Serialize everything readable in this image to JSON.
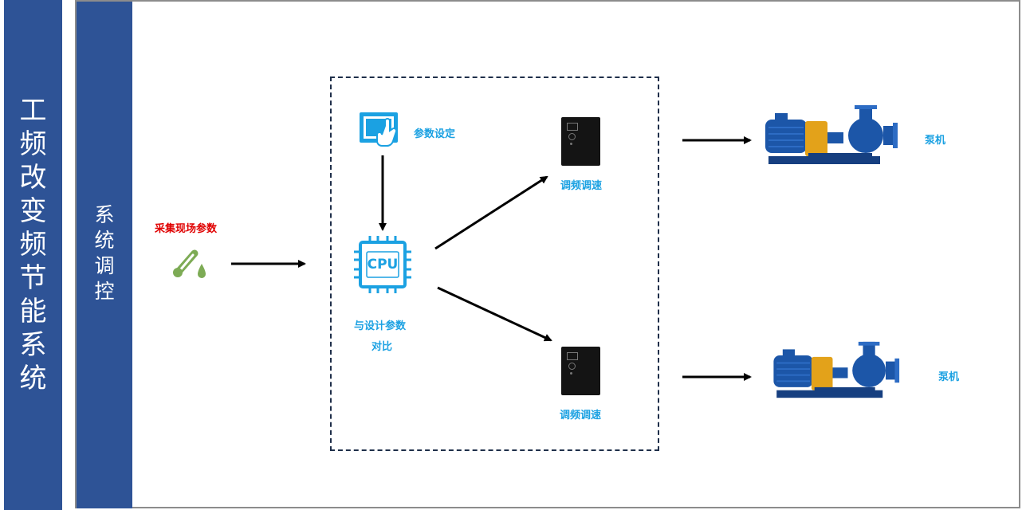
{
  "left_title": [
    "工",
    "频",
    "改",
    "变",
    "频",
    "节",
    "能",
    "系",
    "统"
  ],
  "side_label": [
    "系",
    "统",
    "调",
    "控"
  ],
  "nodes": {
    "collect": "采集现场参数",
    "param_set": "参数设定",
    "cpu_chip": "CPU",
    "compare_line1": "与设计参数",
    "compare_line2": "对比",
    "vfd_top": "调频调速",
    "vfd_bottom": "调频调速",
    "pump_top": "泵机",
    "pump_bottom": "泵机"
  },
  "colors": {
    "band": "#2E5396",
    "label_blue": "#1BA1E2",
    "label_red": "#E00000",
    "sensor_green": "#7DAB55",
    "pump_blue": "#1C56A8",
    "pump_yellow": "#E3A21A"
  },
  "icons": [
    "touchscreen-icon",
    "cpu-chip-icon",
    "sensor-probe-icon",
    "inverter-icon",
    "pump-icon"
  ]
}
